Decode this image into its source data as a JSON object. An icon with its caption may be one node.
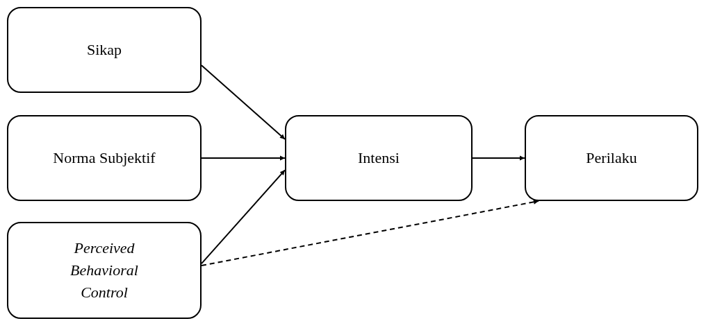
{
  "diagram": {
    "nodes": [
      {
        "text": [
          "Sikap"
        ]
      },
      {
        "text": [
          "Norma Subjektif"
        ]
      },
      {
        "text": [
          "Perceived Behavioral Control"
        ]
      },
      {
        "text": [
          "Intensi"
        ]
      },
      {
        "text": [
          "Perilaku"
        ]
      }
    ],
    "edges": [
      {
        "from": 0,
        "to": 3,
        "arrow": "to"
      },
      {
        "from": 1,
        "to": 3,
        "arrow": "to"
      },
      {
        "from": 2,
        "to": 3,
        "arrow": "to"
      },
      {
        "from": 3,
        "to": 4,
        "arrow": "to"
      },
      {
        "from": 2,
        "to": 4,
        "arrow": "to",
        "style": "dashed"
      }
    ]
  }
}
